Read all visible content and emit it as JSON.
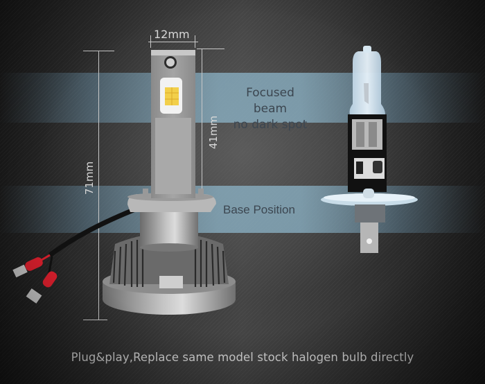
{
  "bands": {
    "top": {
      "label_line1": "Focused beam",
      "label_line2": "no dark spot"
    },
    "bottom": {
      "label": "Base Position"
    }
  },
  "dimensions": {
    "width": "12mm",
    "emitter_height": "41mm",
    "total_height": "71mm"
  },
  "products": {
    "led_bulb": "LED headlight bulb with fan-fin heatsink and red spade connectors",
    "halogen_bulb": "H1 stock halogen bulb"
  },
  "caption": "Plug&play,Replace same model stock halogen bulb directly",
  "colors": {
    "band": "#8cb4c8",
    "label_text": "#3c4650",
    "caption_text": "#d6d6d6",
    "chip_yellow": "#f2cf4a",
    "connector_red": "#e0202e"
  }
}
